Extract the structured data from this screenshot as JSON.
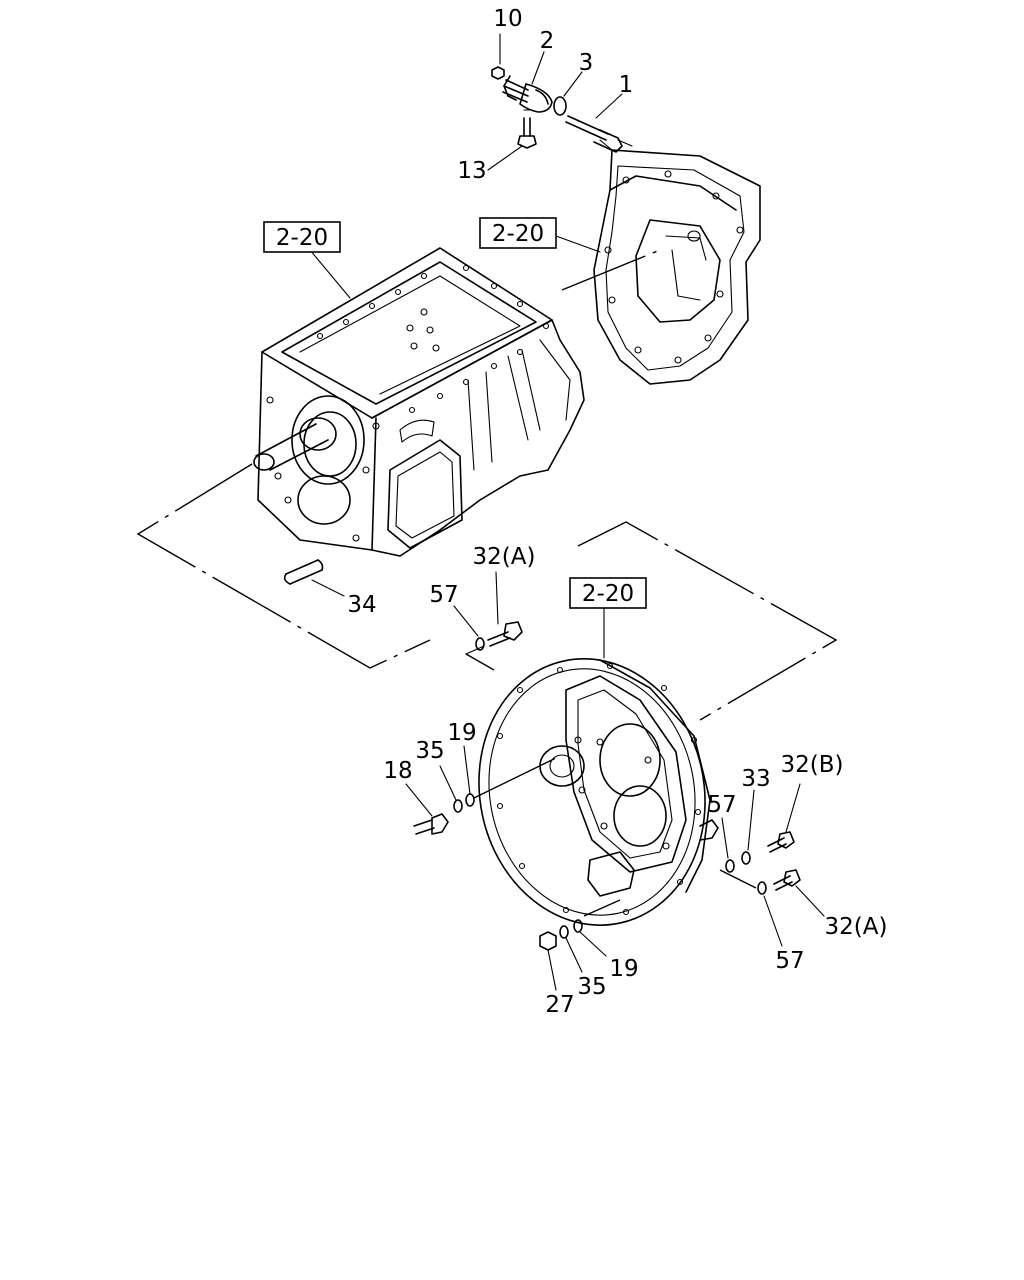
{
  "callouts": {
    "c10": "10",
    "c2": "2",
    "c3": "3",
    "c1": "1",
    "c13": "13",
    "c34": "34",
    "c32a_top": "32(A)",
    "c57_top": "57",
    "c18": "18",
    "c35_left": "35",
    "c19_left": "19",
    "c33": "33",
    "c32b": "32(B)",
    "c57_right": "57",
    "c57_bottom": "57",
    "c32a_right": "32(A)",
    "c27": "27",
    "c35_bottom": "35",
    "c19_bottom": "19"
  },
  "references": {
    "ref_left": "2-20",
    "ref_right": "2-20",
    "ref_bottom": "2-20"
  }
}
